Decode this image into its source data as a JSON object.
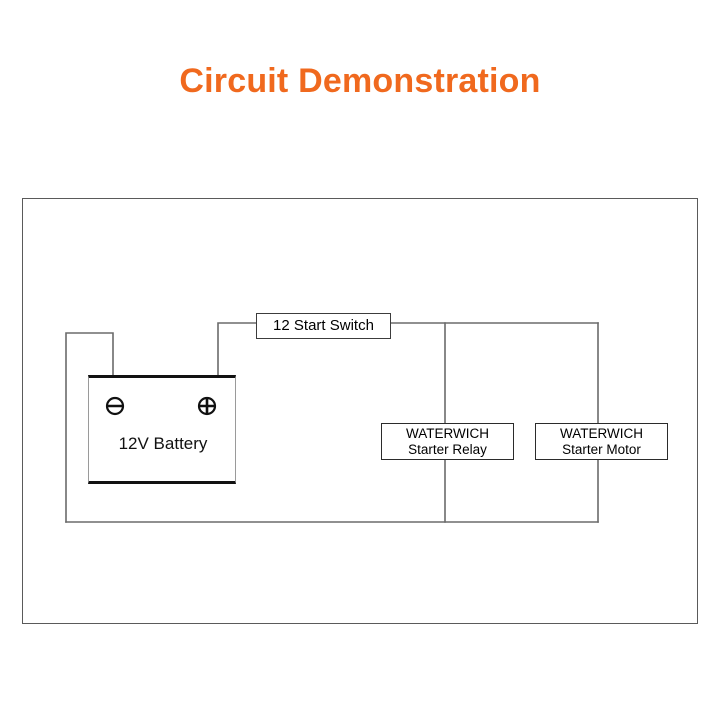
{
  "page": {
    "title": "Circuit Demonstration",
    "title_color": "#f0691e",
    "background_color": "#ffffff",
    "wire_color": "#6b6b6b",
    "outline_color": "#5a5a5a"
  },
  "diagram": {
    "type": "wiring-schematic",
    "frame_label": "circuit-diagram-frame",
    "components": {
      "battery": {
        "label": "12V Battery",
        "terminal_negative_symbol": "circle-minus",
        "terminal_positive_symbol": "circle-plus",
        "terminal_negative_name": "negative-terminal",
        "terminal_positive_name": "positive-terminal"
      },
      "start_switch": {
        "label": "12 Start Switch"
      },
      "starter_relay": {
        "line1": "WATERWICH",
        "line2": "Starter Relay"
      },
      "starter_motor": {
        "line1": "WATERWICH",
        "line2": "Starter Motor"
      }
    },
    "connections": [
      "battery-positive -> start-switch-left",
      "start-switch-right -> relay-top-branch",
      "start-switch-right -> motor-top-branch",
      "relay-bottom -> ground-bus",
      "motor-bottom -> ground-bus",
      "ground-bus -> battery-negative"
    ]
  }
}
